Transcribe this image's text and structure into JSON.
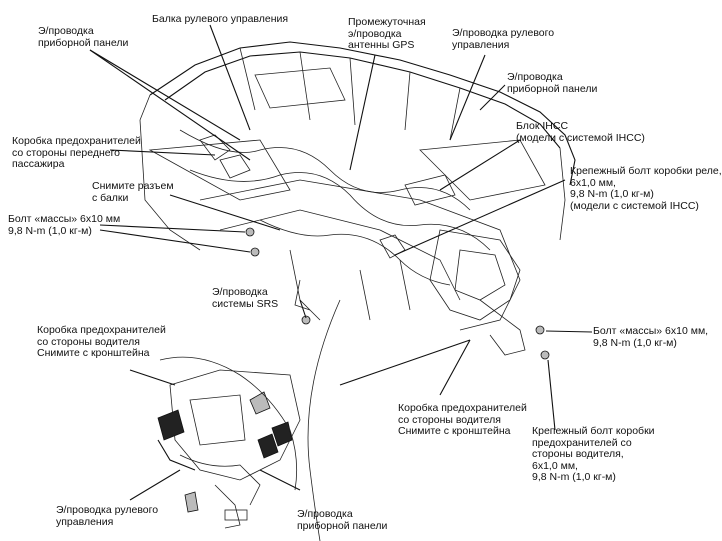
{
  "labels": {
    "ip_harness_tl": "Э/проводка\nприборной панели",
    "steering_beam": "Балка рулевого управления",
    "gps_harness": "Промежуточная\nэ/проводка\nантенны GPS",
    "steering_harness_tr": "Э/проводка рулевого\nуправления",
    "ip_harness_tr": "Э/проводка\nприборной панели",
    "passenger_fuse_box": "Коробка предохранителей\nсо стороны переднего\nпассажира",
    "ihcc_unit": "Блок IHCC\n(модели с системой IHCC)",
    "remove_connector": "Снимите разъем\nс балки",
    "relay_box_bolt": "Крепежный болт коробки реле,\n6х1,0 мм,\n9,8 N-m (1,0 кг-м)\n(модели с системой IHCC)",
    "ground_bolt_left": "Болт «массы» 6х10 мм\n9,8 N-m (1,0 кг-м)",
    "srs_harness": "Э/проводка\nсистемы SRS",
    "driver_fuse_box_inset": "Коробка предохранителей\nсо стороны водителя\nСнимите с кронштейна",
    "ground_bolt_right": "Болт «массы» 6х10 мм,\n9,8 N-m (1,0 кг-м)",
    "driver_fuse_box_main": "Коробка предохранителей\nсо стороны водителя\nСнимите с кронштейна",
    "driver_fuse_bolt": "Крепежный болт коробки\nпредохранителей со\nстороны водителя,\n6х1,0 мм,\n9,8 N-m (1,0 кг-м)",
    "steering_harness_bl": "Э/проводка рулевого\nуправления",
    "ip_harness_bl": "Э/проводка\nприборной панели"
  }
}
